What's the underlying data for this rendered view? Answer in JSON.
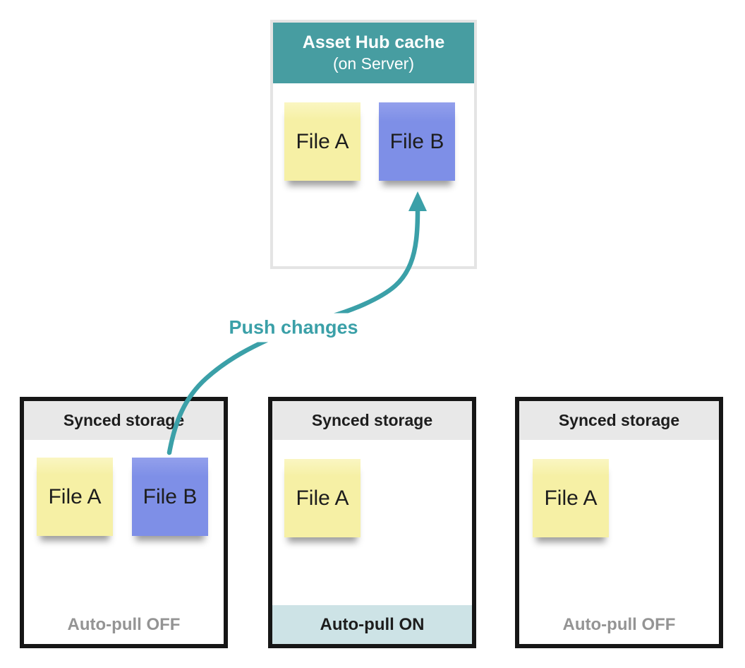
{
  "server_box": {
    "title": "Asset Hub cache",
    "subtitle": "(on Server)",
    "files": [
      {
        "label": "File A",
        "color": "yellow"
      },
      {
        "label": "File B",
        "color": "blue"
      }
    ]
  },
  "arrow": {
    "label": "Push changes",
    "from": "File B in left Synced storage box",
    "to": "File B in Asset Hub cache"
  },
  "storage_boxes": [
    {
      "title": "Synced storage",
      "files": [
        {
          "label": "File A",
          "color": "yellow"
        },
        {
          "label": "File B",
          "color": "blue"
        }
      ],
      "footer": "Auto-pull OFF",
      "footer_state": "off"
    },
    {
      "title": "Synced storage",
      "files": [
        {
          "label": "File A",
          "color": "yellow"
        }
      ],
      "footer": "Auto-pull ON",
      "footer_state": "on"
    },
    {
      "title": "Synced storage",
      "files": [
        {
          "label": "File A",
          "color": "yellow"
        }
      ],
      "footer": "Auto-pull OFF",
      "footer_state": "off"
    }
  ],
  "colors": {
    "teal_header": "#479da1",
    "teal_arrow": "#3ba0a8",
    "note_yellow": "#f6f0a5",
    "note_blue": "#7e8fe7",
    "storage_border": "#161616",
    "storage_header_bg": "#e8e8e8",
    "footer_on_bg": "#cde3e6",
    "footer_off_text": "#949494"
  }
}
